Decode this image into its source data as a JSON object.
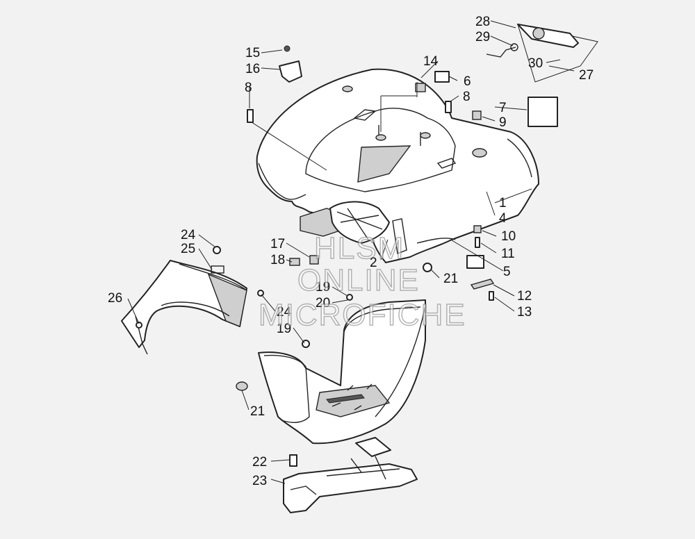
{
  "watermark": {
    "line1": "HLSM",
    "line2": "ONLINE",
    "line3": "MICROFICHE"
  },
  "callouts": [
    {
      "id": "c28",
      "label": "28"
    },
    {
      "id": "c29",
      "label": "29"
    },
    {
      "id": "c30",
      "label": "30"
    },
    {
      "id": "c27",
      "label": "27"
    },
    {
      "id": "c14",
      "label": "14"
    },
    {
      "id": "c6",
      "label": "6"
    },
    {
      "id": "c15",
      "label": "15"
    },
    {
      "id": "c16",
      "label": "16"
    },
    {
      "id": "c8a",
      "label": "8"
    },
    {
      "id": "c8b",
      "label": "8"
    },
    {
      "id": "c7",
      "label": "7"
    },
    {
      "id": "c9",
      "label": "9"
    },
    {
      "id": "c1",
      "label": "1"
    },
    {
      "id": "c4",
      "label": "4"
    },
    {
      "id": "c10",
      "label": "10"
    },
    {
      "id": "c11",
      "label": "11"
    },
    {
      "id": "c5",
      "label": "5"
    },
    {
      "id": "c12",
      "label": "12"
    },
    {
      "id": "c13",
      "label": "13"
    },
    {
      "id": "c21a",
      "label": "21"
    },
    {
      "id": "c2",
      "label": "2"
    },
    {
      "id": "c17",
      "label": "17"
    },
    {
      "id": "c18",
      "label": "18"
    },
    {
      "id": "c19a",
      "label": "19"
    },
    {
      "id": "c20",
      "label": "20"
    },
    {
      "id": "c24a",
      "label": "24"
    },
    {
      "id": "c25",
      "label": "25"
    },
    {
      "id": "c26",
      "label": "26"
    },
    {
      "id": "c24b",
      "label": "24"
    },
    {
      "id": "c19b",
      "label": "19"
    },
    {
      "id": "c21b",
      "label": "21"
    },
    {
      "id": "c22",
      "label": "22"
    },
    {
      "id": "c23",
      "label": "23"
    }
  ]
}
